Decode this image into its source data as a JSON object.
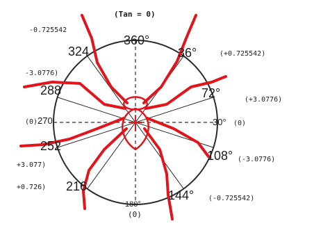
{
  "top": {
    "tan_label": "(Tan = 0)"
  },
  "degrees": {
    "d360": "360°",
    "d36": "36°",
    "d72": "72°",
    "d108": "108°",
    "d144": "144°",
    "d180": "180°",
    "d216": "216",
    "d252": "252",
    "d270": "270",
    "d288": "288",
    "d324": "324",
    "d30": "30°"
  },
  "values": {
    "upper_left": "-0.725542",
    "upper_right": "(+0.725542)",
    "mid_upper_left": "-3.0776)",
    "mid_upper_right": "(+3.0776)",
    "left_zero": "(0)",
    "right_zero": "(0)",
    "mid_lower_left": "+3.077)",
    "mid_lower_right": "(-3.0776)",
    "lower_left": "+0.726)",
    "lower_right": "(-0.725542)",
    "bottom_zero": "(0)"
  },
  "colors": {
    "ink": "#2a2a2a",
    "spider": "#e0161c"
  }
}
